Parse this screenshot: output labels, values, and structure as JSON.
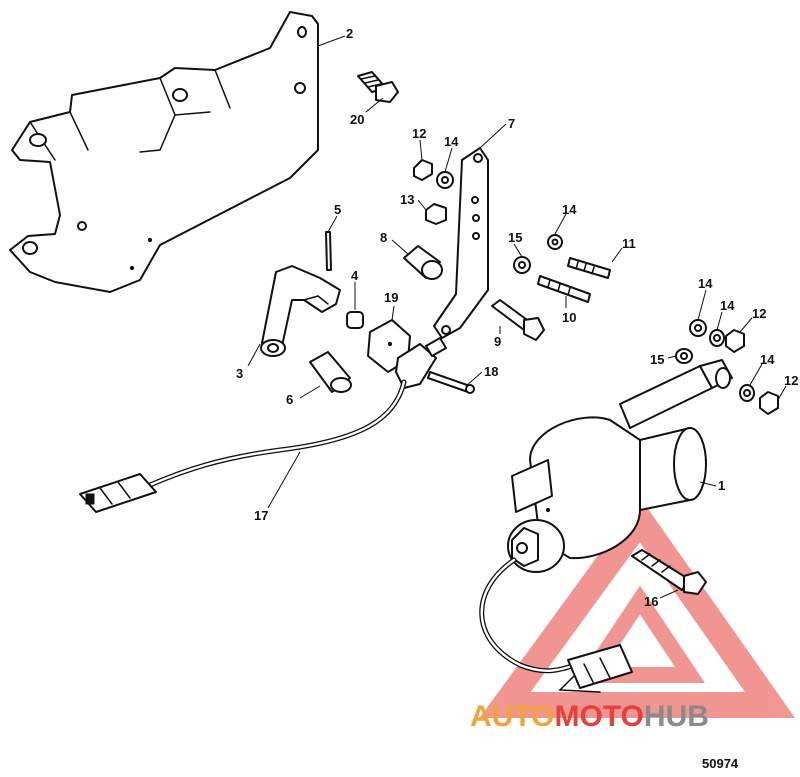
{
  "callouts": [
    {
      "id": "c1",
      "label": "1"
    },
    {
      "id": "c2",
      "label": "2"
    },
    {
      "id": "c3",
      "label": "3"
    },
    {
      "id": "c4",
      "label": "4"
    },
    {
      "id": "c5",
      "label": "5"
    },
    {
      "id": "c6",
      "label": "6"
    },
    {
      "id": "c7",
      "label": "7"
    },
    {
      "id": "c8",
      "label": "8"
    },
    {
      "id": "c9",
      "label": "9"
    },
    {
      "id": "c10",
      "label": "10"
    },
    {
      "id": "c11",
      "label": "11"
    },
    {
      "id": "c12a",
      "label": "12"
    },
    {
      "id": "c12b",
      "label": "12"
    },
    {
      "id": "c12c",
      "label": "12"
    },
    {
      "id": "c13",
      "label": "13"
    },
    {
      "id": "c14a",
      "label": "14"
    },
    {
      "id": "c14b",
      "label": "14"
    },
    {
      "id": "c14c",
      "label": "14"
    },
    {
      "id": "c14d",
      "label": "14"
    },
    {
      "id": "c14e",
      "label": "14"
    },
    {
      "id": "c15a",
      "label": "15"
    },
    {
      "id": "c15b",
      "label": "15"
    },
    {
      "id": "c16",
      "label": "16"
    },
    {
      "id": "c17",
      "label": "17"
    },
    {
      "id": "c18",
      "label": "18"
    },
    {
      "id": "c19",
      "label": "19"
    },
    {
      "id": "c20",
      "label": "20"
    }
  ],
  "watermark": {
    "word_orange": "AUTO",
    "word_red": "MOTO",
    "word_gray": "HUB",
    "colors": {
      "orange": "#f2a33a",
      "red": "#e5403a",
      "gray": "#8a8a8a",
      "triangle": "#e5403a"
    }
  },
  "figure_number": "50974"
}
